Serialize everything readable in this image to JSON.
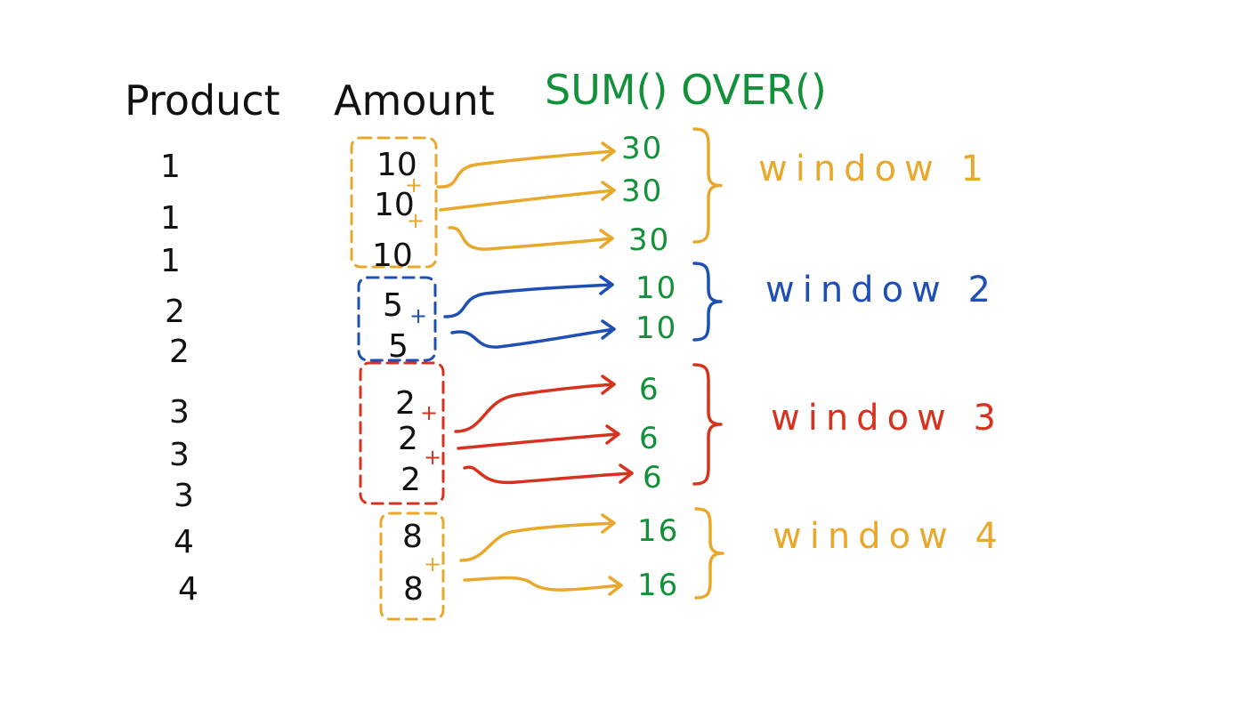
{
  "headers": {
    "product": "Product",
    "amount": "Amount",
    "function": "SUM() OVER()"
  },
  "rows": [
    {
      "product": "1",
      "amount": "10"
    },
    {
      "product": "1",
      "amount": "10"
    },
    {
      "product": "1",
      "amount": "10"
    },
    {
      "product": "2",
      "amount": "5"
    },
    {
      "product": "2",
      "amount": "5"
    },
    {
      "product": "3",
      "amount": "2"
    },
    {
      "product": "3",
      "amount": "2"
    },
    {
      "product": "3",
      "amount": "2"
    },
    {
      "product": "4",
      "amount": "8"
    },
    {
      "product": "4",
      "amount": "8"
    }
  ],
  "windows": [
    {
      "label": "window 1",
      "sums": [
        "30",
        "30",
        "30"
      ],
      "color": "#e8a82c"
    },
    {
      "label": "window 2",
      "sums": [
        "10",
        "10"
      ],
      "color": "#1f4fb4"
    },
    {
      "label": "window 3",
      "sums": [
        "6",
        "6",
        "6"
      ],
      "color": "#d7321f"
    },
    {
      "label": "window 4",
      "sums": [
        "16",
        "16"
      ],
      "color": "#e8a82c"
    }
  ],
  "plus_sign": "+",
  "colors": {
    "ink": "#111111",
    "result": "#13903a"
  }
}
